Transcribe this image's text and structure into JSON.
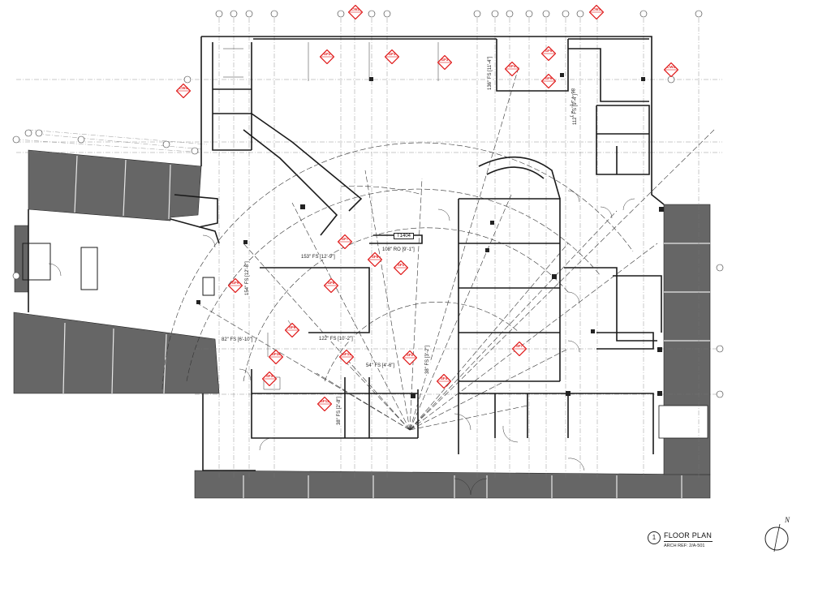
{
  "sheet": {
    "title_number": "1",
    "title": "FLOOR PLAN",
    "arch_ref": "ARCH REF: 2/A-501",
    "north_label": "N"
  },
  "dimensions": {
    "d1": "153\" FS [12'-9\"]",
    "d2": "108\" RO [9'-1\"]",
    "d3": "154\" FS [12'-8\"]",
    "d4": "82\" FS [6'-10\"]",
    "d5": "122\" FS [10'-2\"]",
    "d6": "54\" FS [4'-6\"]",
    "d7": "38\" FS [3'-2\"]",
    "d8": "136\" FS [11'-4\"]",
    "d9": "86\" FS [7'-2\"]",
    "d10": "112\" FS [9'-4\"]",
    "d11": "38\" FS [2'-8\"]"
  },
  "callout_box": "T1404",
  "camera_tags": [
    {
      "id": "cam-gf1",
      "text": "GF1"
    },
    {
      "id": "cam-gf2",
      "text": "GF2"
    },
    {
      "id": "cam-gf3",
      "text": "GF3"
    },
    {
      "id": "cam-gf4",
      "text": "GF4"
    },
    {
      "id": "cam-gf5",
      "text": "GF5"
    },
    {
      "id": "cam-gf6",
      "text": "GF6"
    },
    {
      "id": "cam-gf7",
      "text": "GF7"
    },
    {
      "id": "cam-gf8",
      "text": "GF8"
    },
    {
      "id": "cam-gf9",
      "text": "GF9"
    },
    {
      "id": "cam-gf10",
      "text": "GF10"
    },
    {
      "id": "cam-gf11",
      "text": "GF11"
    },
    {
      "id": "cam-gf12",
      "text": "GF12"
    },
    {
      "id": "cam-cw1",
      "text": "CW1"
    },
    {
      "id": "cam-cw2",
      "text": "CW2"
    },
    {
      "id": "cam-cw3",
      "text": "CW3"
    },
    {
      "id": "cam-cw4",
      "text": "CW4"
    },
    {
      "id": "cam-sf1",
      "text": "SF1"
    },
    {
      "id": "cam-sf2",
      "text": "SF2"
    },
    {
      "id": "cam-sf3",
      "text": "SF3"
    },
    {
      "id": "cam-sf4",
      "text": "SF4"
    },
    {
      "id": "cam-sf5",
      "text": "SF5"
    },
    {
      "id": "cam-sf6",
      "text": "SF6"
    },
    {
      "id": "cam-sf7",
      "text": "SF7"
    }
  ],
  "colors": {
    "line": "#1a1a1a",
    "fill_dark": "#6b6b6b",
    "fill_darker": "#555555",
    "tag_red": "#e02020",
    "grid_line": "#555555"
  }
}
